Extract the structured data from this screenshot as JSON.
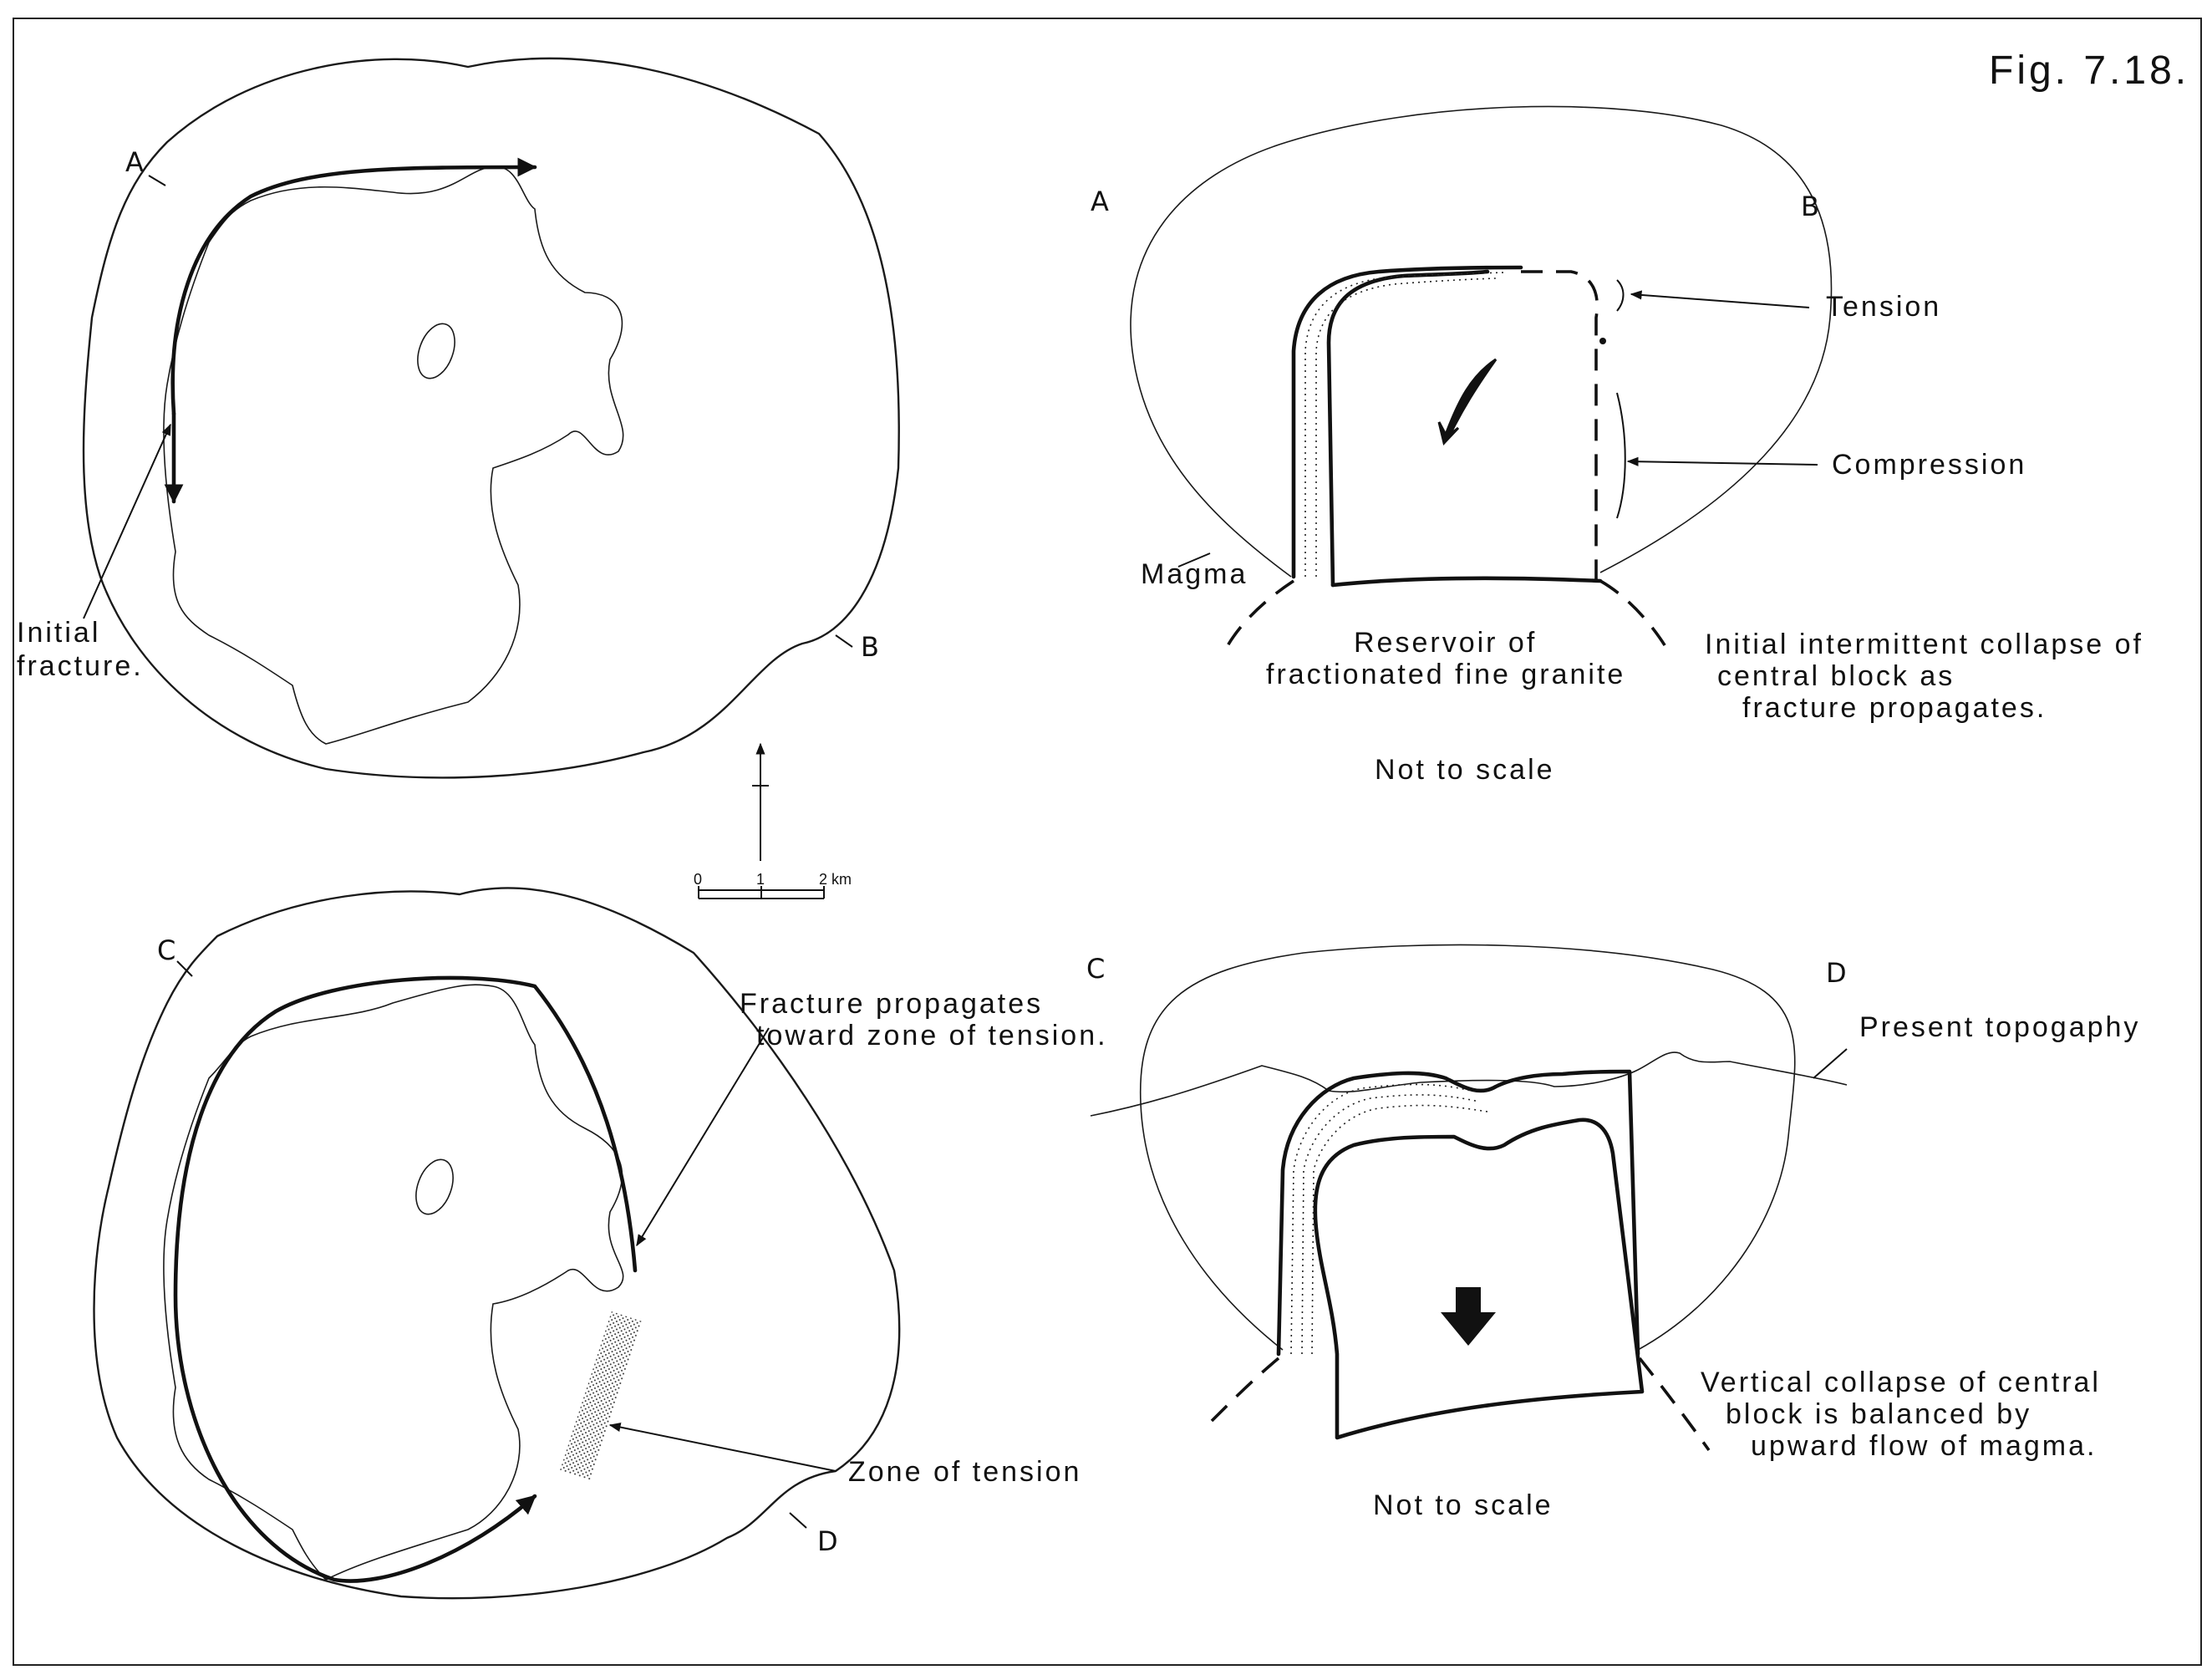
{
  "figure": {
    "title": "Fig. 7.18.",
    "map_top": {
      "label_a": "A",
      "label_b": "B",
      "initial_fracture": [
        "Initial",
        "fracture."
      ]
    },
    "map_bottom": {
      "label_c": "C",
      "label_d": "D",
      "fracture_note": [
        "Fracture propagates",
        "toward zone of tension."
      ],
      "zone_of_tension": "Zone of tension"
    },
    "scale_bar": {
      "ticks": [
        "0",
        "1",
        "2 km"
      ]
    },
    "section_ab": {
      "label_a": "A",
      "label_b": "B",
      "tension": "Tension",
      "compression": "Compression",
      "magma": "Magma",
      "reservoir": [
        "Reservoir of",
        "fractionated fine granite"
      ],
      "collapse_note": [
        "Initial intermittent collapse of",
        "central block as",
        "fracture propagates."
      ],
      "not_to_scale": "Not to scale"
    },
    "section_cd": {
      "label_c": "C",
      "label_d": "D",
      "present_topography": "Present topogaphy",
      "collapse_note": [
        "Vertical collapse of central",
        "block is balanced by",
        "upward flow of magma."
      ],
      "not_to_scale": "Not to scale"
    }
  }
}
